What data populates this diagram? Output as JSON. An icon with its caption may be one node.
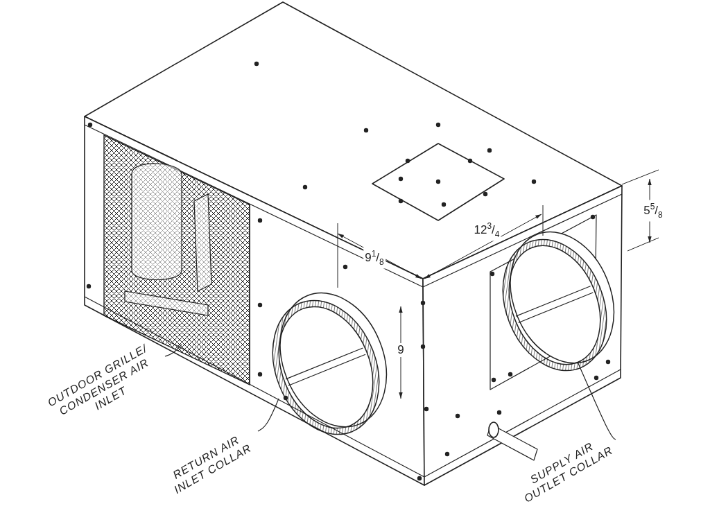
{
  "diagram": {
    "nodes": [
      {
        "text": [
          "OUTDOOR GRILLE/ CONDENSER AIR INLET"
        ]
      },
      {
        "text": [],
        "shape": "box"
      },
      {
        "text": [
          "RETURN AIR INLET COLLAR"
        ]
      },
      {
        "text": [],
        "shape": "circle"
      },
      {
        "text": [
          "SUPPLY AIR OUTLET COLLAR"
        ]
      },
      {
        "text": [],
        "shape": "circle"
      }
    ],
    "edges": [
      {
        "from": 0,
        "to": 1,
        "arrow": "none"
      },
      {
        "from": 2,
        "to": 3,
        "arrow": "none"
      },
      {
        "from": 4,
        "to": 5,
        "arrow": "none"
      }
    ],
    "labels": [
      "9$^{1}$/$_{8}$",
      "12$^{3}$/$_{4}$",
      "9",
      "5$^{5}$/$_{8}$"
    ]
  }
}
